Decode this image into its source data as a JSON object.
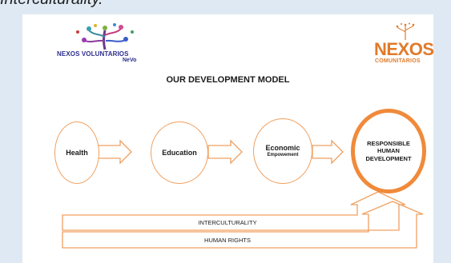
{
  "caption": "Interculturality.",
  "logos": {
    "left": {
      "name": "NEXOS VOLUNTARIOS",
      "sub": "NeVo"
    },
    "right": {
      "name": "NEXOS",
      "sub": "COMUNITARIOS"
    }
  },
  "diagram": {
    "title": "OUR DEVELOPMENT MODEL",
    "steps": [
      {
        "label": "Health",
        "sub": ""
      },
      {
        "label": "Education",
        "sub": ""
      },
      {
        "label": "Economic",
        "sub": "Empowement"
      }
    ],
    "goal": [
      "RESPONSIBLE",
      "HUMAN",
      "DEVELOPMENT"
    ],
    "bands": [
      "INTERCULTURALITY",
      "HUMAN RIGHTS"
    ]
  },
  "colors": {
    "accent": "#f08a3a",
    "accent_light": "#f0a060",
    "brand_blue": "#2d2d8c"
  }
}
